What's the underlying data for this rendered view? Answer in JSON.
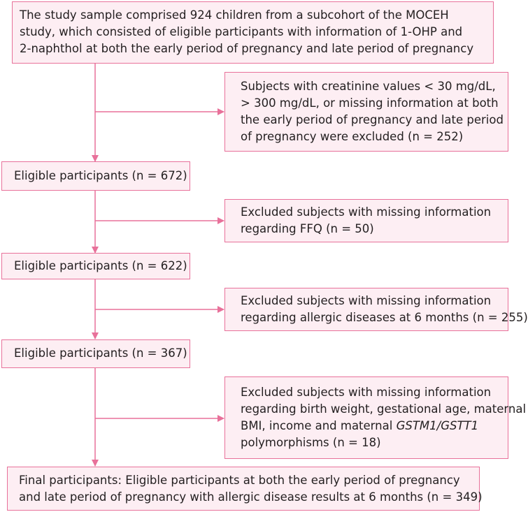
{
  "colors": {
    "border": "#e8719a",
    "fill": "#fdeef3",
    "arrow": "#e8719a",
    "text": "#231f20"
  },
  "nodes": {
    "start": {
      "lines": [
        "The study sample comprised 924 children from a subcohort of the MOCEH",
        "study, which consisted of eligible participants with information of 1-OHP and",
        "2-naphthol at both the early period of pregnancy and late period of pregnancy"
      ]
    },
    "excl_1": {
      "lines": [
        "Subjects with creatinine values < 30 mg/dL,",
        "> 300 mg/dL, or missing information at both",
        "the early period of pregnancy and late period",
        "of pregnancy were excluded (n = 252)"
      ]
    },
    "eligible_1": {
      "text": "Eligible participants (n = 672)"
    },
    "excl_2": {
      "lines": [
        "Excluded subjects with missing information",
        "regarding FFQ (n = 50)"
      ]
    },
    "eligible_2": {
      "text": "Eligible participants (n = 622)"
    },
    "excl_3": {
      "lines": [
        "Excluded subjects with missing information",
        "regarding allergic diseases at 6 months (n = 255)"
      ]
    },
    "eligible_3": {
      "text": "Eligible participants (n = 367)"
    },
    "excl_4": {
      "lines": [
        "Excluded subjects with missing information",
        "regarding birth weight, gestational age, maternal",
        "BMI, income and maternal"
      ],
      "gene_italic": "GSTM1/GSTT1",
      "last_line": "polymorphisms (n = 18)"
    },
    "final": {
      "lines": [
        "Final participants: Eligible participants at both the early period of pregnancy",
        "and late period of pregnancy with allergic disease results at 6 months (n = 349)"
      ]
    }
  }
}
